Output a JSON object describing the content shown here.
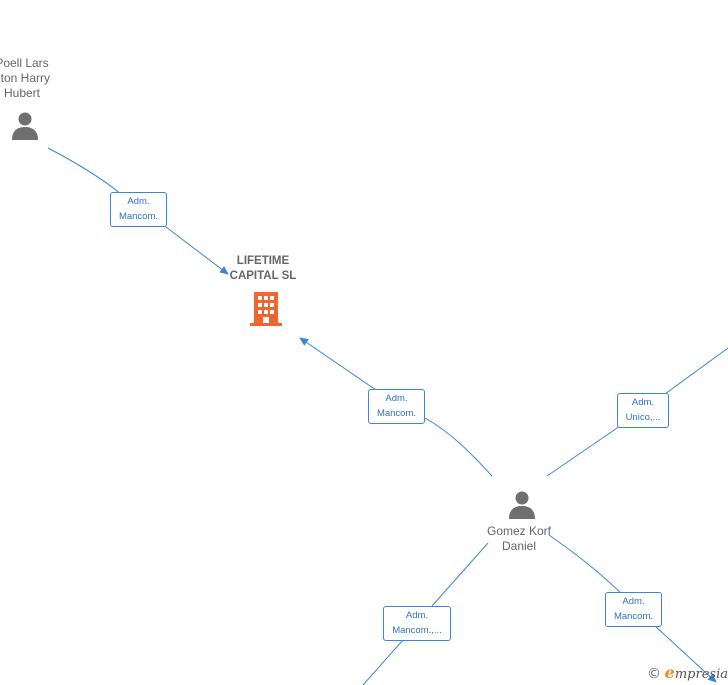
{
  "nodes": {
    "company": {
      "label": "LIFETIME\nCAPITAL  SL"
    },
    "person_poell": {
      "label": "Poell Lars\nnton Harry\nHubert"
    },
    "person_gomez": {
      "label": "Gomez Korf\nDaniel"
    }
  },
  "edges": [
    {
      "id": "poell-company",
      "label": "Adm.\nMancom."
    },
    {
      "id": "gomez-company",
      "label": "Adm.\nMancom."
    },
    {
      "id": "gomez-upper-right",
      "label": "Adm.\nUnico,..."
    },
    {
      "id": "gomez-lower-left",
      "label": "Adm.\nMancom.,..."
    },
    {
      "id": "gomez-lower-right",
      "label": "Adm.\nMancom."
    }
  ],
  "colors": {
    "edge": "#3c86d9",
    "company_icon": "#f26530",
    "person_icon": "#6f6f6f",
    "text": "#666666"
  },
  "icons": {
    "company": "building-icon",
    "person": "person-icon"
  },
  "watermark": {
    "symbol": "©",
    "brand_initial": "e",
    "brand_rest": "mpresia"
  }
}
